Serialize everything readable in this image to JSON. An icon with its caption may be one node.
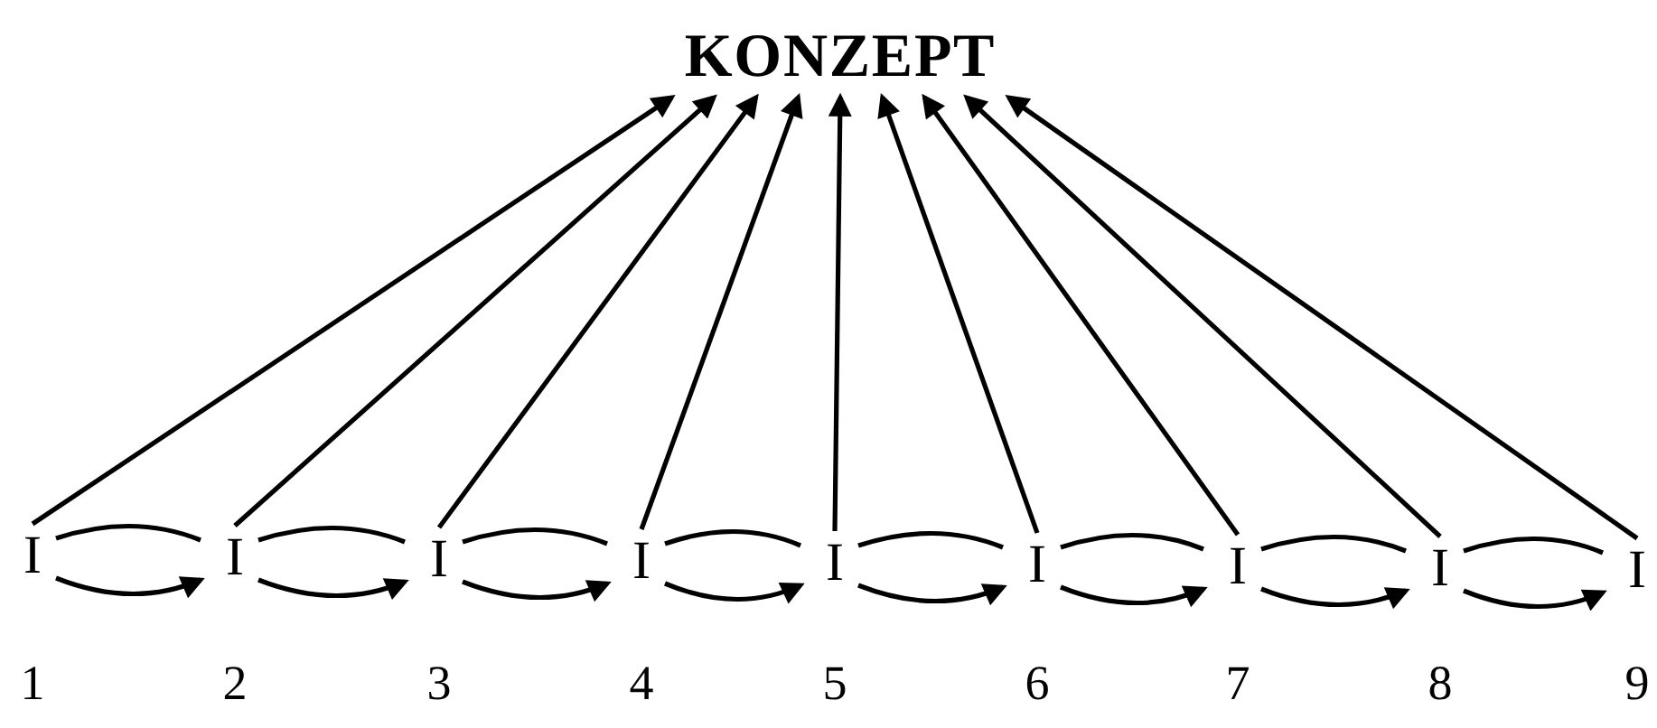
{
  "diagram": {
    "nodes": [
      {
        "text": [
          "KONZEPT"
        ]
      },
      {
        "text": [
          "I"
        ],
        "beside": [
          "1"
        ]
      },
      {
        "text": [
          "I"
        ],
        "beside": [
          "2"
        ]
      },
      {
        "text": [
          "I"
        ],
        "beside": [
          "3"
        ]
      },
      {
        "text": [
          "I"
        ],
        "beside": [
          "4"
        ]
      },
      {
        "text": [
          "I"
        ],
        "beside": [
          "5"
        ]
      },
      {
        "text": [
          "I"
        ],
        "beside": [
          "6"
        ]
      },
      {
        "text": [
          "I"
        ],
        "beside": [
          "7"
        ]
      },
      {
        "text": [
          "I"
        ],
        "beside": [
          "8"
        ]
      },
      {
        "text": [
          "I"
        ],
        "beside": [
          "9"
        ]
      }
    ],
    "edges": [
      {
        "from": 1,
        "to": 0,
        "arrow": "to"
      },
      {
        "from": 2,
        "to": 0,
        "arrow": "to"
      },
      {
        "from": 3,
        "to": 0,
        "arrow": "to"
      },
      {
        "from": 4,
        "to": 0,
        "arrow": "to"
      },
      {
        "from": 5,
        "to": 0,
        "arrow": "to"
      },
      {
        "from": 6,
        "to": 0,
        "arrow": "to"
      },
      {
        "from": 7,
        "to": 0,
        "arrow": "to"
      },
      {
        "from": 8,
        "to": 0,
        "arrow": "to"
      },
      {
        "from": 9,
        "to": 0,
        "arrow": "to"
      },
      {
        "from": 1,
        "to": 2,
        "arrow": "none"
      },
      {
        "from": 2,
        "to": 3,
        "arrow": "none"
      },
      {
        "from": 3,
        "to": 4,
        "arrow": "none"
      },
      {
        "from": 4,
        "to": 5,
        "arrow": "none"
      },
      {
        "from": 5,
        "to": 6,
        "arrow": "none"
      },
      {
        "from": 6,
        "to": 7,
        "arrow": "none"
      },
      {
        "from": 7,
        "to": 8,
        "arrow": "none"
      },
      {
        "from": 8,
        "to": 9,
        "arrow": "none"
      },
      {
        "from": 1,
        "to": 2,
        "arrow": "to"
      },
      {
        "from": 2,
        "to": 3,
        "arrow": "to"
      },
      {
        "from": 3,
        "to": 4,
        "arrow": "to"
      },
      {
        "from": 4,
        "to": 5,
        "arrow": "to"
      },
      {
        "from": 5,
        "to": 6,
        "arrow": "to"
      },
      {
        "from": 6,
        "to": 7,
        "arrow": "to"
      },
      {
        "from": 7,
        "to": 8,
        "arrow": "to"
      },
      {
        "from": 8,
        "to": 9,
        "arrow": "to"
      }
    ]
  }
}
